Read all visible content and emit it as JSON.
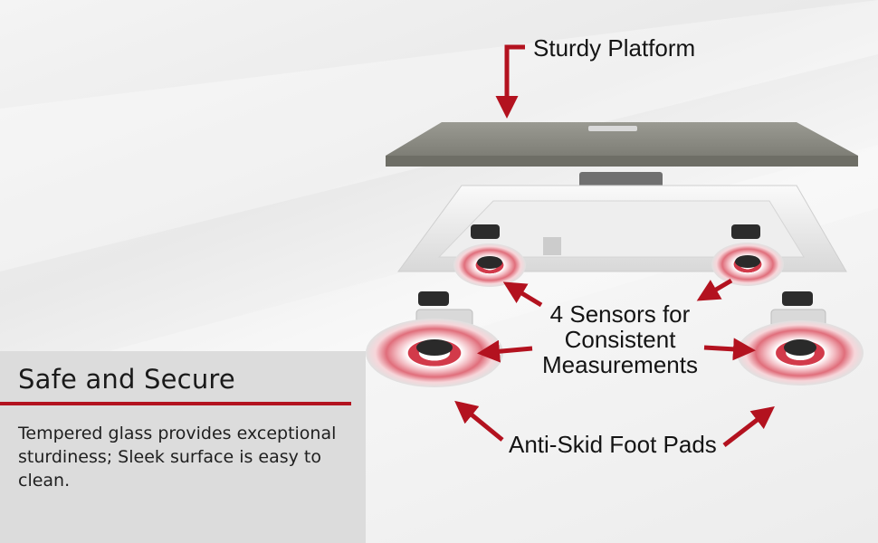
{
  "callouts": {
    "platform": "Sturdy Platform",
    "sensors": "4 Sensors for Consistent Measurements",
    "foot_pads": "Anti-Skid Foot Pads"
  },
  "info": {
    "title": "Safe and Secure",
    "body": "Tempered glass provides exceptional sturdiness; Sleek surface is easy to clean."
  },
  "colors": {
    "accent": "#b3121f",
    "panel_bg": "#dcdcdc",
    "target_ring": "#d23a4a",
    "platform_top": "#8f8f86"
  },
  "icons": [
    "arrow-icon",
    "target-ring-icon",
    "sensor-pad-icon"
  ]
}
